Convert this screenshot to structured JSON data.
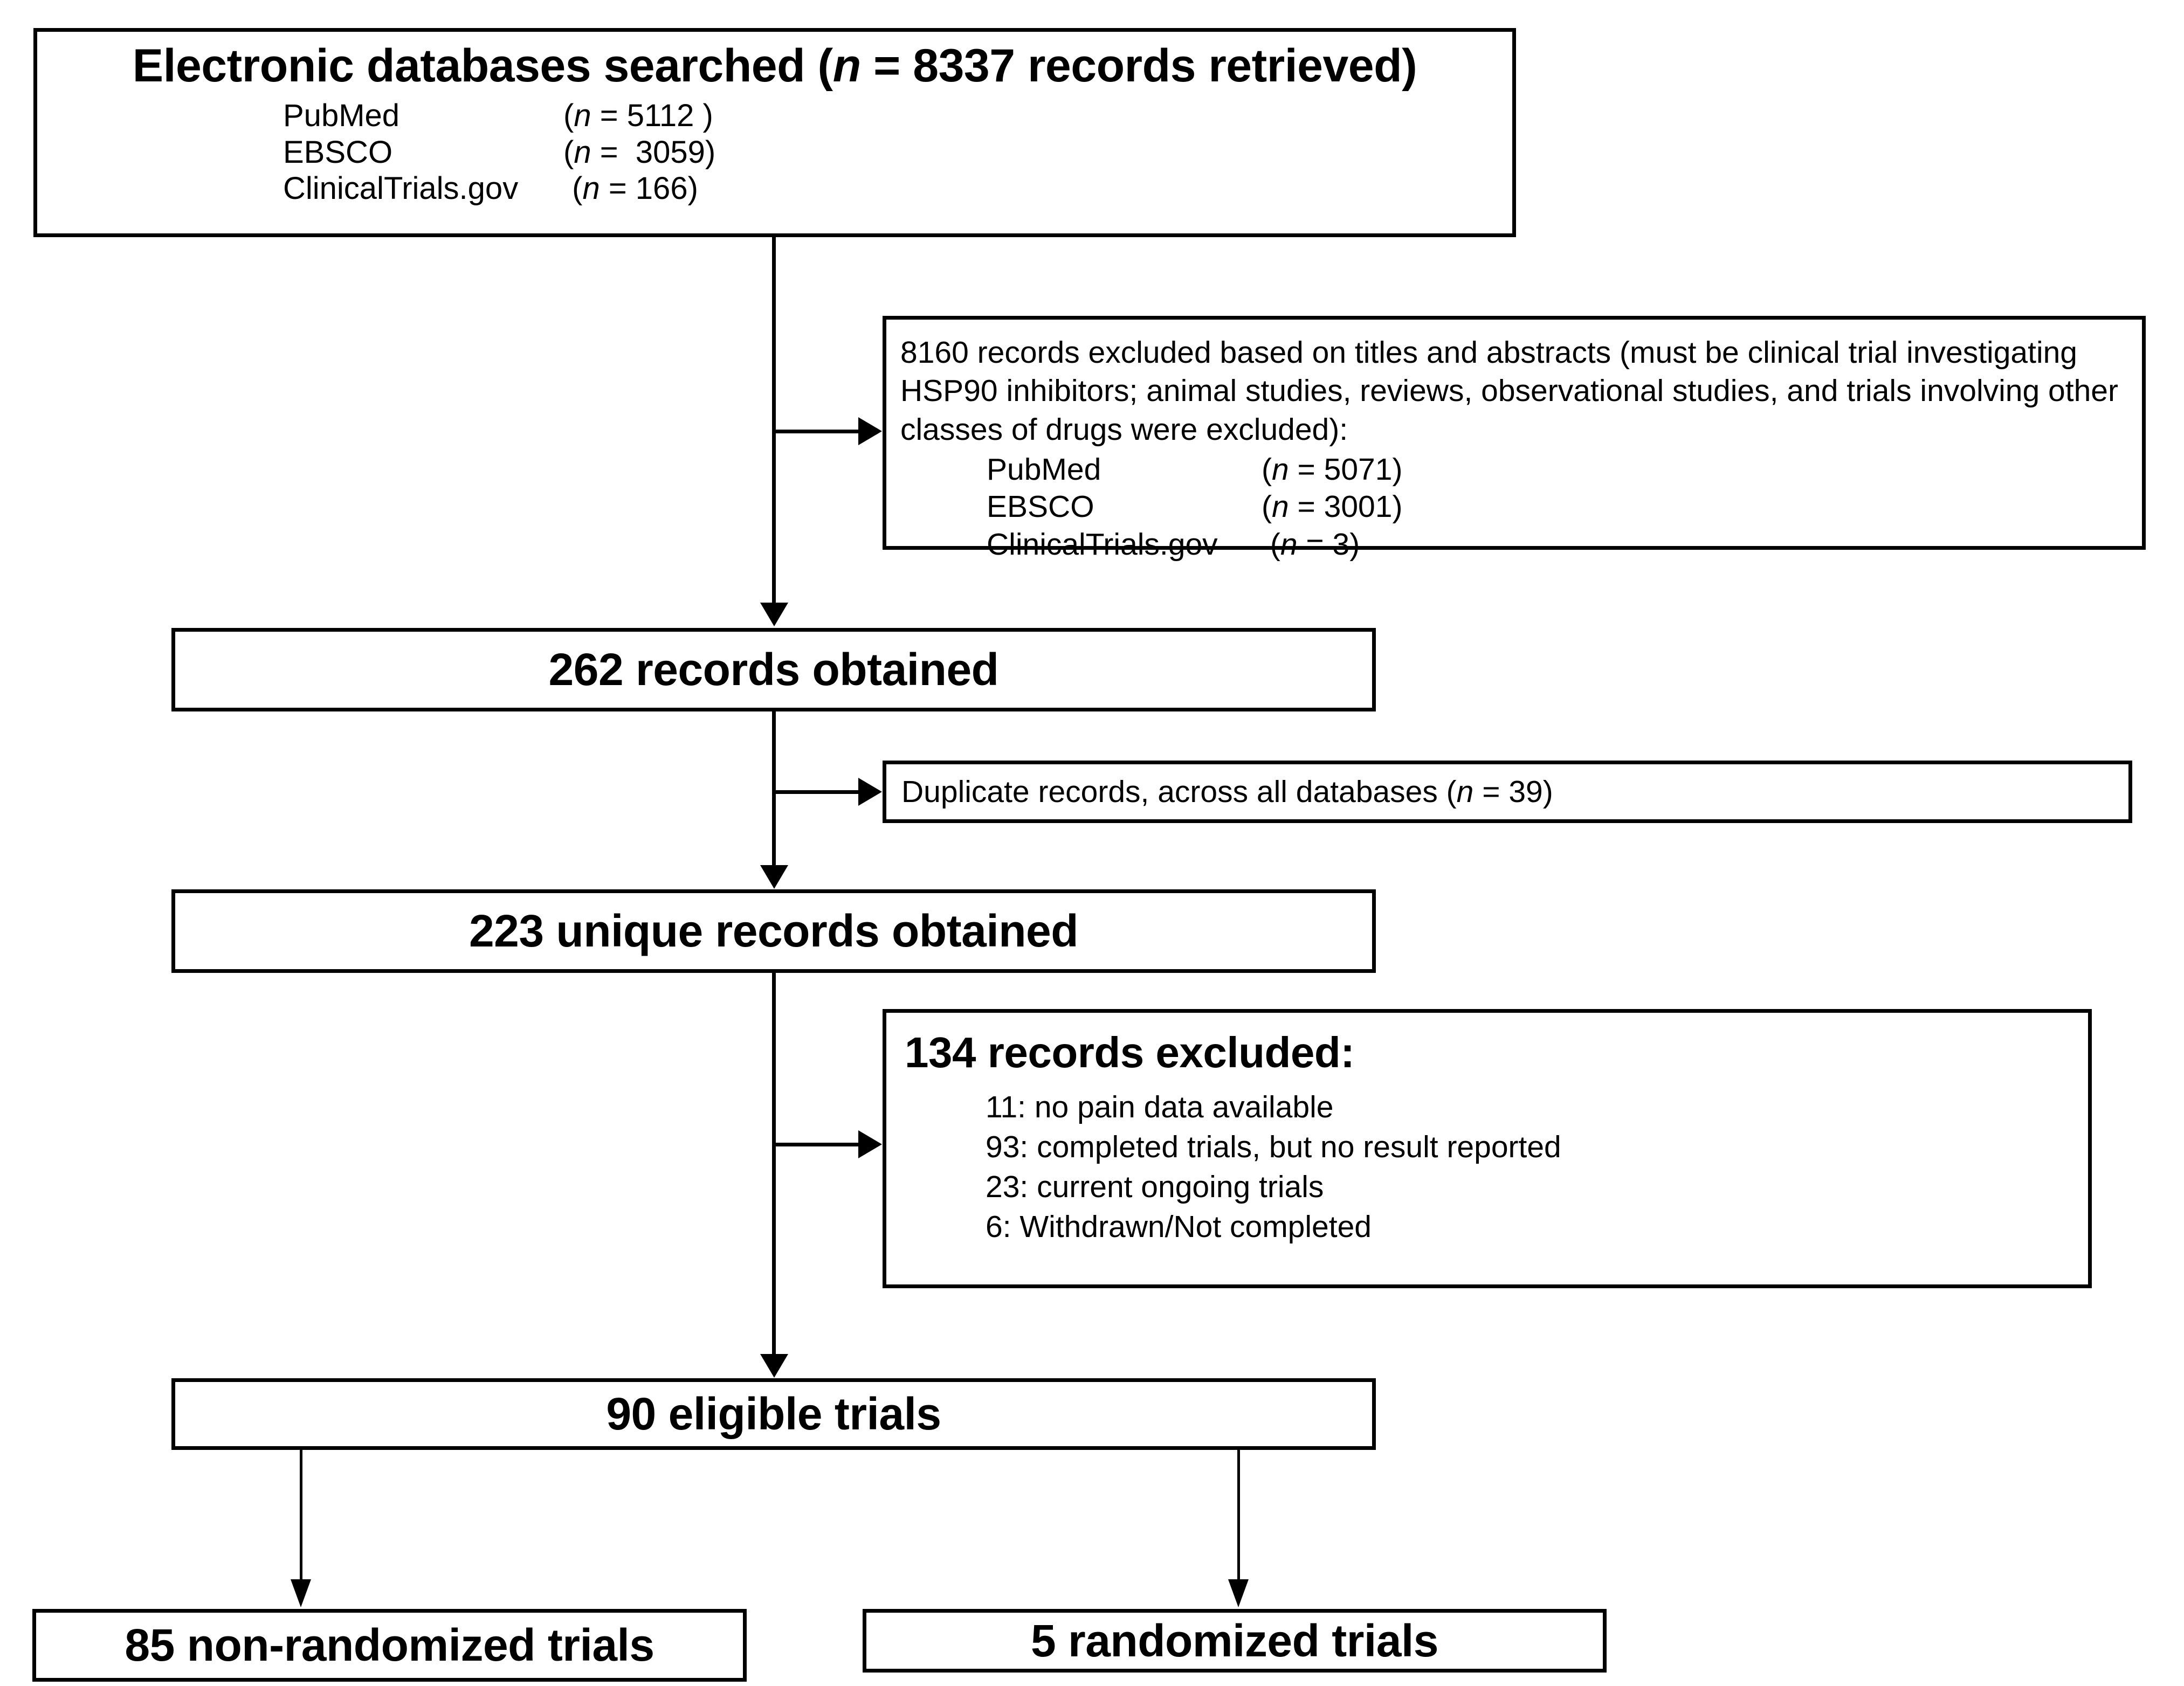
{
  "diagram": {
    "title": "PRISMA study selection flow diagram",
    "accent_color": "#000000",
    "background_color": "#ffffff"
  },
  "databases_box": {
    "heading_prefix": "Electronic databases searched (",
    "heading_italic_n": "n",
    "heading_suffix": " = 8337 records retrieved)",
    "heading_full": "Electronic databases searched (n = 8337 records retrieved)",
    "sources": [
      {
        "name": "PubMed",
        "count_prefix": "(",
        "count_n": "n",
        "count_suffix": " = 5112 )",
        "count_full": "(n = 5112 )"
      },
      {
        "name": "EBSCO",
        "count_prefix": "(",
        "count_n": "n",
        "count_suffix": " =  3059)",
        "count_full": "(n =  3059)"
      },
      {
        "name": "ClinicalTrials.gov",
        "count_prefix": " (",
        "count_n": "n",
        "count_suffix": " = 166)",
        "count_full": " (n = 166)"
      }
    ]
  },
  "excluded_titles_box": {
    "line1": "8160 records excluded based on titles and abstracts (must be clinical trial investigating",
    "line2": "HSP90 inhibitors; animal studies, reviews, observational studies, and trials involving other",
    "line3": "classes of drugs were excluded):",
    "paragraph": "8160 records excluded based on titles and abstracts (must be clinical trial investigating HSP90 inhibitors; animal studies, reviews, observational studies, and trials involving other classes of drugs were excluded):",
    "sources": [
      {
        "name": "PubMed",
        "count_prefix": "(",
        "count_n": "n",
        "count_suffix": " = 5071)",
        "count_full": "(n = 5071)"
      },
      {
        "name": "EBSCO",
        "count_prefix": "(",
        "count_n": "n",
        "count_suffix": " = 3001)",
        "count_full": "(n = 3001)"
      },
      {
        "name": "ClinicalTrials.gov",
        "count_prefix": " (",
        "count_n": "n",
        "count_suffix": " = 3)",
        "count_full": " (n = 3)"
      }
    ]
  },
  "records_obtained_box": {
    "label": "262 records obtained"
  },
  "duplicates_box": {
    "prefix": "Duplicate records, across all databases (",
    "italic_n": "n",
    "suffix": " = 39)",
    "full": "Duplicate records, across all databases (n = 39)"
  },
  "unique_records_box": {
    "label": "223 unique records obtained"
  },
  "excluded_records_box": {
    "heading": "134 records excluded:",
    "reasons": [
      "11: no pain data available",
      "93: completed trials, but no result reported",
      "23: current ongoing trials",
      "6: Withdrawn/Not completed"
    ]
  },
  "eligible_box": {
    "label": "90 eligible trials"
  },
  "outcome_boxes": {
    "non_randomized": "85 non-randomized trials",
    "randomized": "5 randomized trials"
  },
  "chart_data": {
    "type": "diagram",
    "title": "PRISMA flow of study selection",
    "nodes": [
      {
        "id": "databases",
        "label": "Electronic databases searched (n = 8337 records retrieved)",
        "n": 8337
      },
      {
        "id": "excluded_titles",
        "label": "8160 records excluded based on titles and abstracts",
        "n": 8160
      },
      {
        "id": "records_262",
        "label": "262 records obtained",
        "n": 262
      },
      {
        "id": "duplicates",
        "label": "Duplicate records, across all databases (n = 39)",
        "n": 39
      },
      {
        "id": "unique_223",
        "label": "223 unique records obtained",
        "n": 223
      },
      {
        "id": "excluded_134",
        "label": "134 records excluded:",
        "n": 134
      },
      {
        "id": "eligible_90",
        "label": "90 eligible trials",
        "n": 90
      },
      {
        "id": "non_randomized_85",
        "label": "85 non-randomized trials",
        "n": 85
      },
      {
        "id": "randomized_5",
        "label": "5 randomized trials",
        "n": 5
      }
    ],
    "edges": [
      {
        "from": "databases",
        "to": "excluded_titles"
      },
      {
        "from": "databases",
        "to": "records_262"
      },
      {
        "from": "records_262",
        "to": "duplicates"
      },
      {
        "from": "records_262",
        "to": "unique_223"
      },
      {
        "from": "unique_223",
        "to": "excluded_134"
      },
      {
        "from": "unique_223",
        "to": "eligible_90"
      },
      {
        "from": "eligible_90",
        "to": "non_randomized_85"
      },
      {
        "from": "eligible_90",
        "to": "randomized_5"
      }
    ]
  }
}
